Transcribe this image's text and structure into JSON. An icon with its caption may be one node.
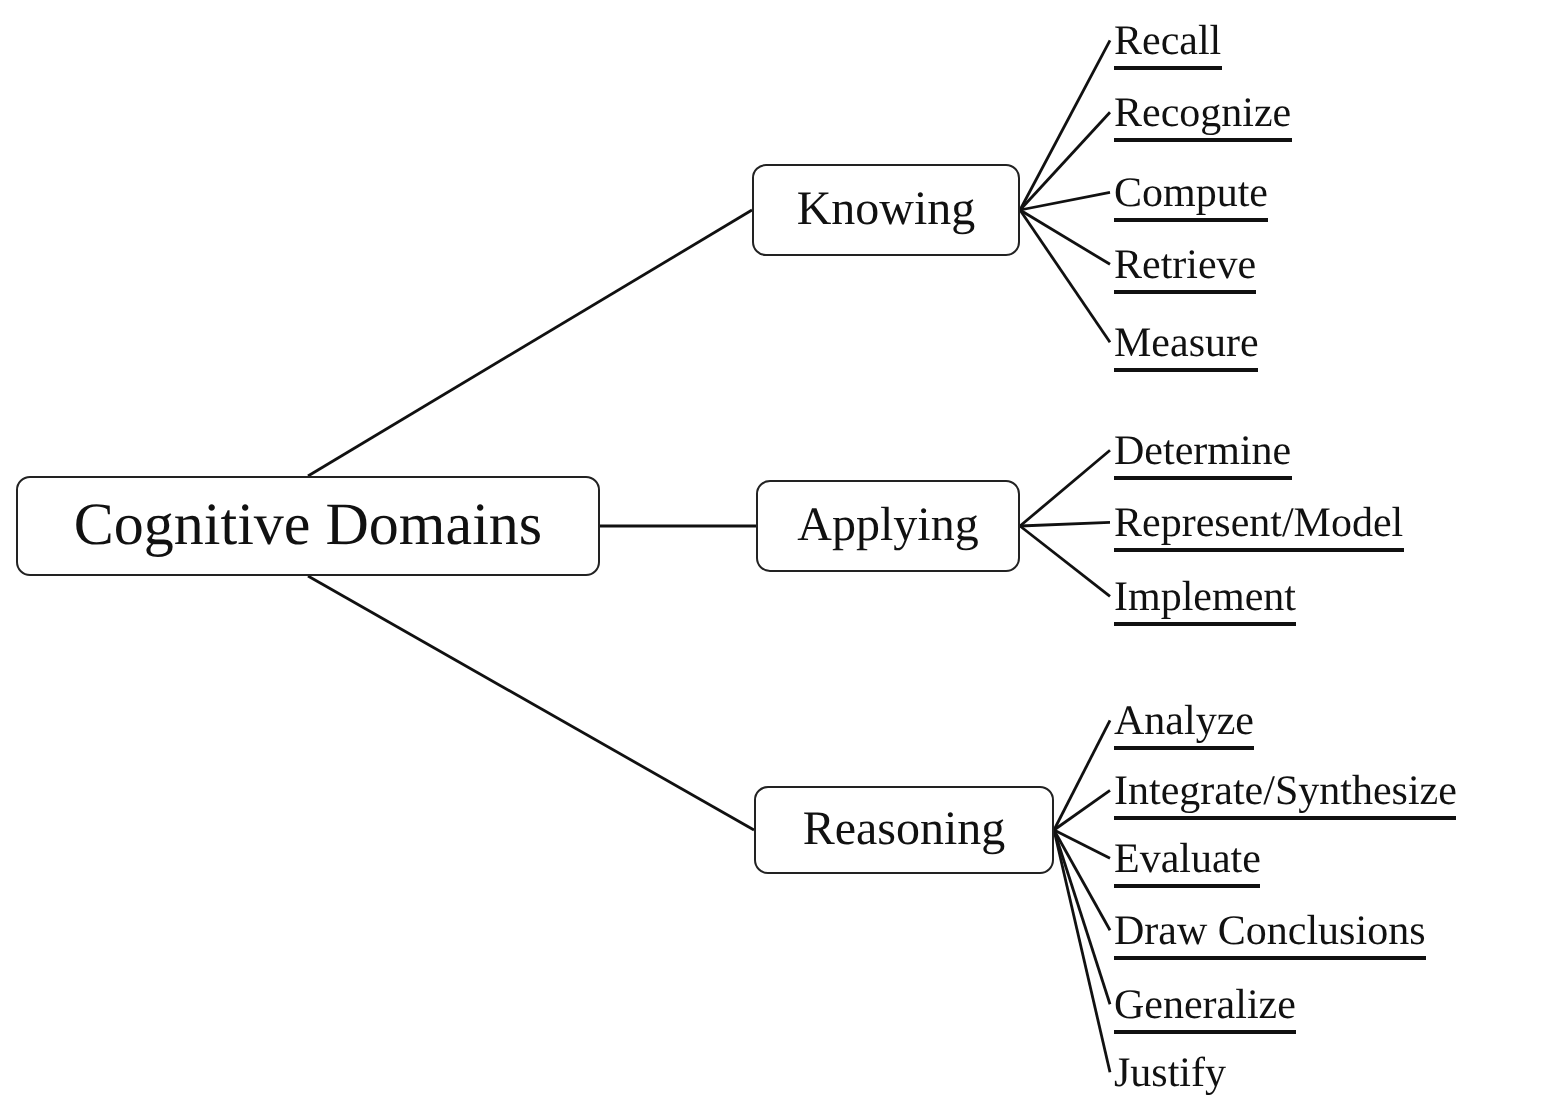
{
  "diagram": {
    "nodes": [
      {
        "text": [
          "Cognitive Domains"
        ]
      },
      {
        "text": [
          "Knowing"
        ]
      },
      {
        "text": [
          "Recall"
        ]
      },
      {
        "text": [
          "Recognize"
        ]
      },
      {
        "text": [
          "Compute"
        ]
      },
      {
        "text": [
          "Retrieve"
        ]
      },
      {
        "text": [
          "Measure"
        ]
      },
      {
        "text": [
          "Applying"
        ]
      },
      {
        "text": [
          "Determine"
        ]
      },
      {
        "text": [
          "Represent/Model"
        ]
      },
      {
        "text": [
          "Implement"
        ]
      },
      {
        "text": [
          "Reasoning"
        ]
      },
      {
        "text": [
          "Analyze"
        ]
      },
      {
        "text": [
          "Integrate/Synthesize"
        ]
      },
      {
        "text": [
          "Evaluate"
        ]
      },
      {
        "text": [
          "Draw Conclusions"
        ]
      },
      {
        "text": [
          "Generalize"
        ]
      },
      {
        "text": [
          "Justify"
        ]
      }
    ],
    "edges": [
      {
        "from": 0,
        "to": 1,
        "arrow": "none"
      },
      {
        "from": 0,
        "to": 7,
        "arrow": "none"
      },
      {
        "from": 0,
        "to": 11,
        "arrow": "none"
      },
      {
        "from": 1,
        "to": 2,
        "arrow": "none"
      },
      {
        "from": 1,
        "to": 3,
        "arrow": "none"
      },
      {
        "from": 1,
        "to": 4,
        "arrow": "none"
      },
      {
        "from": 1,
        "to": 5,
        "arrow": "none"
      },
      {
        "from": 1,
        "to": 6,
        "arrow": "none"
      },
      {
        "from": 7,
        "to": 8,
        "arrow": "none"
      },
      {
        "from": 7,
        "to": 9,
        "arrow": "none"
      },
      {
        "from": 7,
        "to": 10,
        "arrow": "none"
      },
      {
        "from": 11,
        "to": 12,
        "arrow": "none"
      },
      {
        "from": 11,
        "to": 13,
        "arrow": "none"
      },
      {
        "from": 11,
        "to": 14,
        "arrow": "none"
      },
      {
        "from": 11,
        "to": 15,
        "arrow": "none"
      },
      {
        "from": 11,
        "to": 16,
        "arrow": "none"
      },
      {
        "from": 11,
        "to": 17,
        "arrow": "none"
      }
    ]
  }
}
